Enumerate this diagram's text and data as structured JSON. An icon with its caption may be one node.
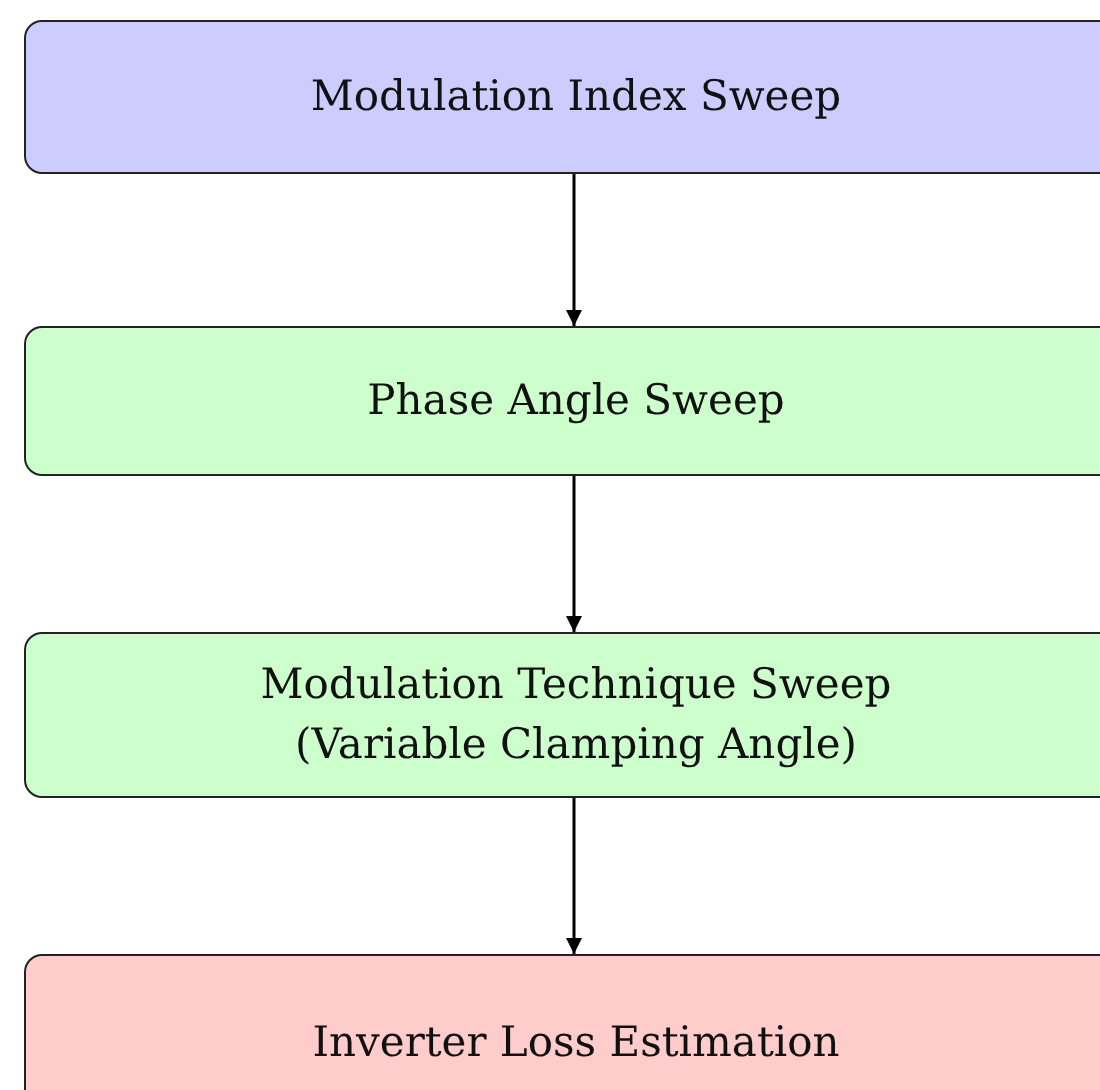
{
  "diagram": {
    "nodes": [
      {
        "text": [
          "Modulation Index Sweep"
        ]
      },
      {
        "text": [
          "Phase Angle Sweep"
        ]
      },
      {
        "text": [
          "Modulation Technique Sweep (Variable Clamping Angle)"
        ]
      },
      {
        "text": [
          "Inverter Loss Estimation"
        ]
      }
    ],
    "edges": [
      {
        "from": 0,
        "to": 1,
        "arrow": "to"
      },
      {
        "from": 1,
        "to": 2,
        "arrow": "to"
      },
      {
        "from": 2,
        "to": 3,
        "arrow": "to"
      }
    ]
  }
}
